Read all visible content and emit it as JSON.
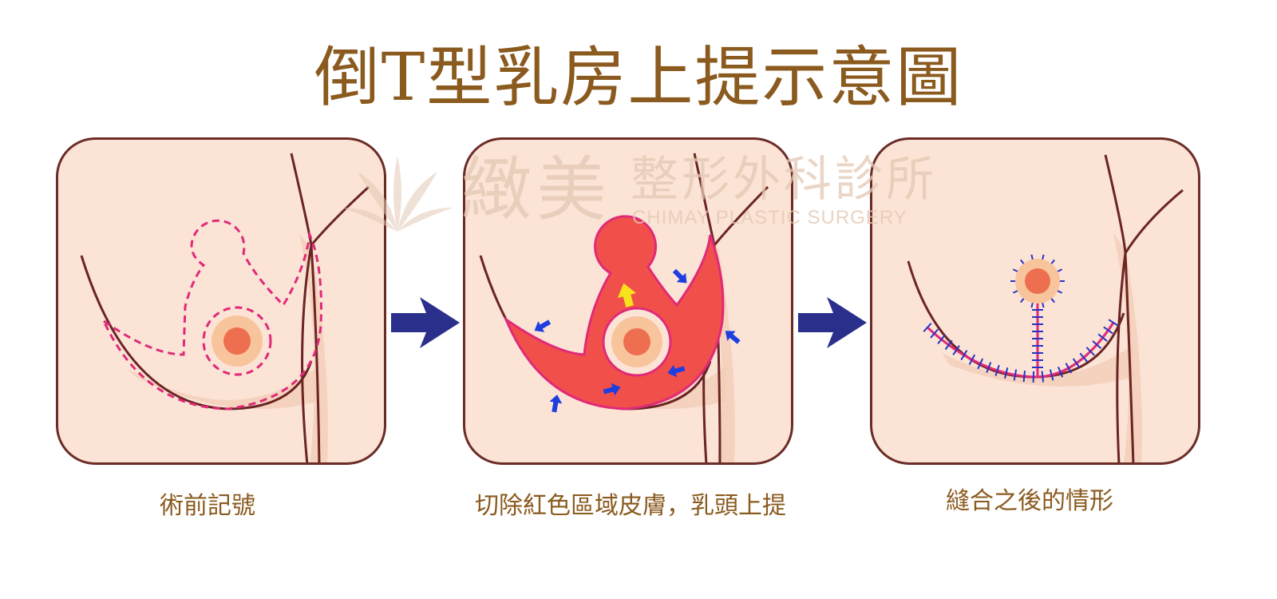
{
  "title": "倒T型乳房上提示意圖",
  "colors": {
    "title_text": "#8a5a1e",
    "panel_fill": "#fbe4d6",
    "panel_border": "#6b2c26",
    "body_line": "#6b2424",
    "incision_dash": "#e02a78",
    "excised_area": "#f14f4a",
    "areola_outer": "#f8c49c",
    "nipple": "#ee6e50",
    "arrow_big": "#2b2f8c",
    "arrow_small": "#1e3ee0",
    "arrow_lift": "#f7e21b",
    "suture": "#2833c4"
  },
  "watermark": {
    "name_large": "緻美",
    "name_small": "整形外科診所",
    "name_en": "CHIMAY PLASTIC SURGERY"
  },
  "panels": [
    {
      "id": "preop",
      "caption": "術前記號"
    },
    {
      "id": "excision",
      "caption": "切除紅色區域皮膚，乳頭上提"
    },
    {
      "id": "sutured",
      "caption": "縫合之後的情形"
    }
  ]
}
